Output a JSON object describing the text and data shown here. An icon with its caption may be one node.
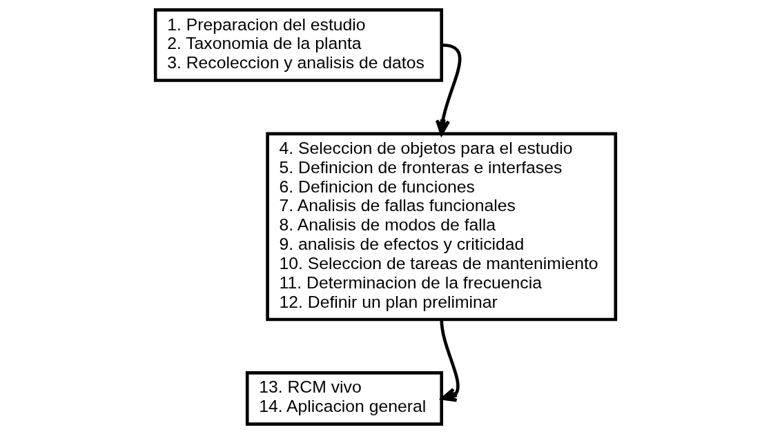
{
  "diagram": {
    "nodes": [
      {
        "text": [
          "1. Preparacion del estudio",
          "2. Taxonomia de la planta",
          "3. Recoleccion y analisis de datos"
        ]
      },
      {
        "text": [
          "4. Seleccion de objetos para el estudio",
          "5. Definicion de fronteras e interfases",
          "6. Definicion de funciones",
          "7. Analisis de fallas funcionales",
          "8. Analisis de modos de falla",
          "9. analisis de efectos y criticidad",
          "10. Seleccion de tareas de mantenimiento",
          "11. Determinacion de la frecuencia",
          "12. Definir un plan preliminar"
        ]
      },
      {
        "text": [
          "13. RCM vivo",
          "14. Aplicacion general"
        ]
      }
    ],
    "edges": [
      {
        "from": 0,
        "to": 1,
        "arrow": "to"
      },
      {
        "from": 1,
        "to": 2,
        "arrow": "to"
      }
    ]
  }
}
